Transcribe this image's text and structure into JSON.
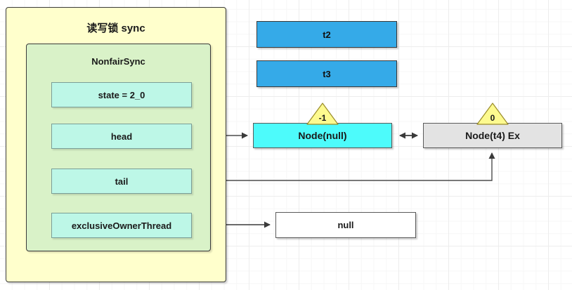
{
  "diagram": {
    "outer_container": {
      "title": "读写锁 sync"
    },
    "inner_container": {
      "title": "NonfairSync"
    },
    "fields": [
      {
        "label": "state = 2_0"
      },
      {
        "label": "head"
      },
      {
        "label": "tail"
      },
      {
        "label": "exclusiveOwnerThread"
      }
    ],
    "threads": [
      {
        "label": "t2"
      },
      {
        "label": "t3"
      }
    ],
    "nodes": [
      {
        "label": "Node(null)",
        "wait_status": "-1"
      },
      {
        "label": "Node(t4) Ex",
        "wait_status": "0"
      }
    ],
    "owner_value": {
      "label": "null"
    },
    "colors": {
      "outer_fill": "#ffffcc",
      "inner_fill": "#d9f2c8",
      "field_fill": "#bdf7e7",
      "thread_fill": "#35aae8",
      "node_head_fill": "#4dfbfb",
      "node_tail_fill": "#e3e3e3",
      "triangle_fill": "#fdfa8f",
      "edge_stroke": "#4d4d4d"
    }
  }
}
